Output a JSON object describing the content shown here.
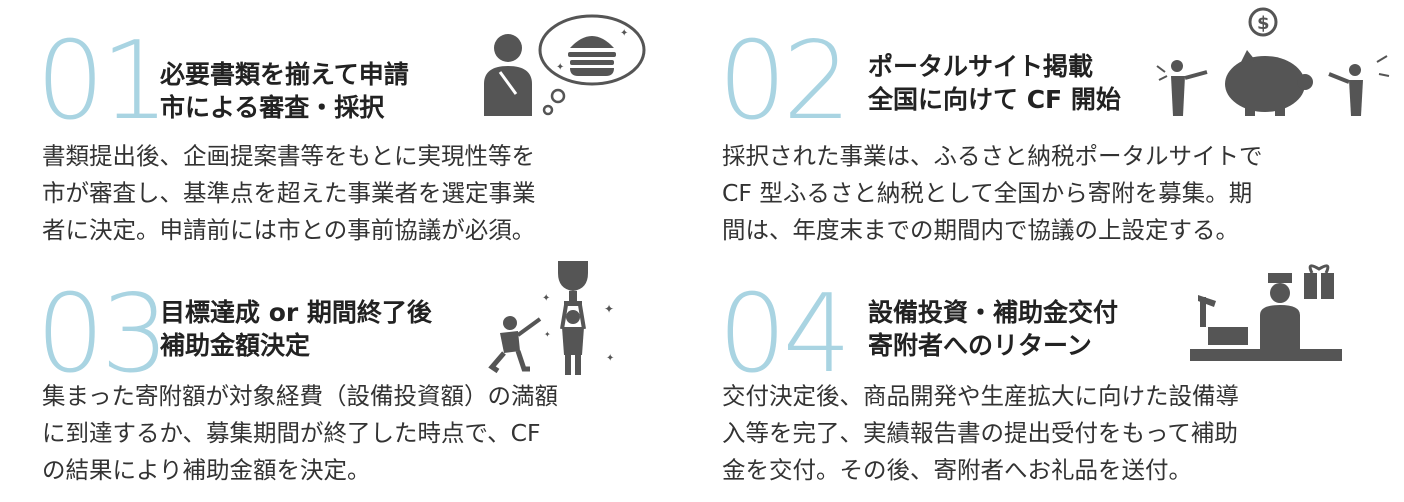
{
  "steps": [
    {
      "number": "01",
      "title_lines": [
        "必要書類を揃えて申請",
        "市による審査・採択"
      ],
      "desc_lines": [
        "書類提出後、企画提案書等をもとに実現性等を",
        "市が審査し、基準点を超えた事業者を選定事業",
        "者に決定。申請前には市との事前協議が必須。"
      ],
      "icon": "thinking-person-burger-icon"
    },
    {
      "number": "02",
      "title_lines": [
        "ポータルサイト掲載",
        "全国に向けて CF 開始"
      ],
      "desc_lines": [
        "採択された事業は、ふるさと納税ポータルサイトで",
        "CF 型ふるさと納税として全国から寄附を募集。期",
        "間は、年度末までの期間内で協議の上設定する。"
      ],
      "icon": "piggy-bank-donation-icon"
    },
    {
      "number": "03",
      "title_lines": [
        "目標達成 or 期間終了後",
        "補助金額決定"
      ],
      "desc_lines": [
        "集まった寄附額が対象経費（設備投資額）の満額",
        "に到達するか、募集期間が終了した時点で、CF",
        "の結果により補助金額を決定。"
      ],
      "icon": "trophy-celebration-icon"
    },
    {
      "number": "04",
      "title_lines": [
        "設備投資・補助金交付",
        "寄附者へのリターン"
      ],
      "desc_lines": [
        "交付決定後、商品開発や生産拡大に向けた設備導",
        "入等を完了、実績報告書の提出受付をもって補助",
        "金を交付。その後、寄附者へお礼品を送付。"
      ],
      "icon": "shop-gift-icon"
    }
  ],
  "colors": {
    "number": "#a9d4e2",
    "icon": "#555555",
    "text": "#333333"
  }
}
